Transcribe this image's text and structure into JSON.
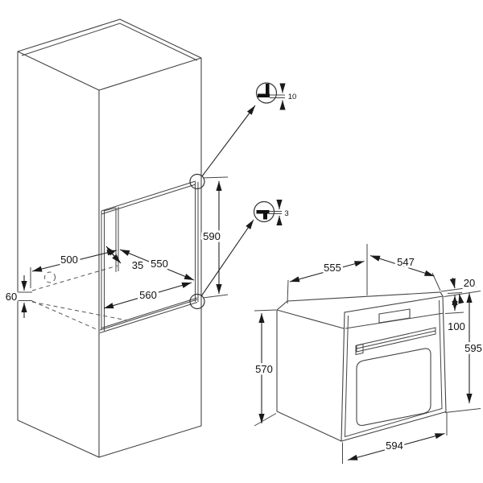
{
  "drawing": {
    "cabinet": {
      "dims": {
        "niche_height": "590",
        "niche_depth": "550",
        "niche_width": "560",
        "front_rail_offset": "35",
        "floor_depth": "500",
        "rear_gap": "60"
      }
    },
    "details": {
      "top_clearance": "10",
      "bottom_clearance": "3"
    },
    "oven": {
      "dims": {
        "depth_overall": "555",
        "depth_body": "547",
        "top_gap": "20",
        "control_panel_height": "100",
        "front_height": "595",
        "body_height": "570",
        "front_width": "594"
      }
    },
    "colors": {
      "line": "#454545",
      "arrow": "#1a1a1a",
      "background": "#ffffff"
    }
  }
}
